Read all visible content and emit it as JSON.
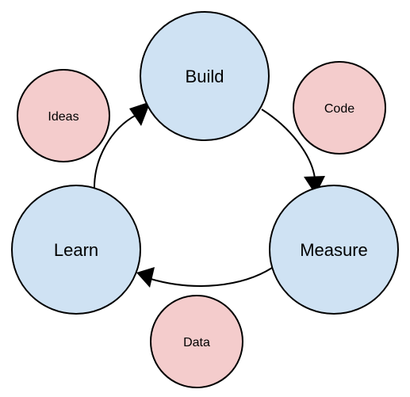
{
  "diagram": {
    "main_nodes": {
      "build": {
        "label": "Build"
      },
      "measure": {
        "label": "Measure"
      },
      "learn": {
        "label": "Learn"
      }
    },
    "artifacts": {
      "ideas": {
        "label": "Ideas"
      },
      "code": {
        "label": "Code"
      },
      "data": {
        "label": "Data"
      }
    },
    "colors": {
      "main_fill": "#cfe2f3",
      "artifact_fill": "#f4cccc",
      "stroke": "#000000"
    }
  }
}
